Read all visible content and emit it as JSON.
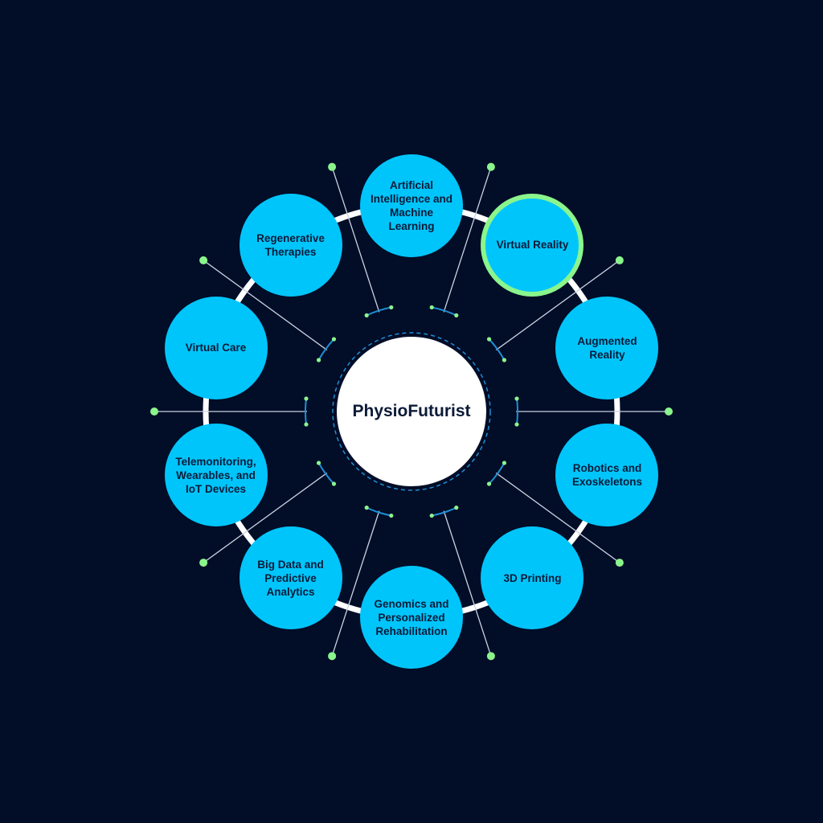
{
  "diagram": {
    "center": "PhysioFuturist",
    "nodes": [
      {
        "label": "Artificial Intelligence and Machine Learning",
        "highlight": false
      },
      {
        "label": "Virtual Reality",
        "highlight": true
      },
      {
        "label": "Augmented Reality",
        "highlight": false
      },
      {
        "label": "Robotics and Exoskeletons",
        "highlight": false
      },
      {
        "label": "3D Printing",
        "highlight": false
      },
      {
        "label": "Genomics and Personalized Rehabilitation",
        "highlight": false
      },
      {
        "label": "Big Data and Predictive Analytics",
        "highlight": false
      },
      {
        "label": "Telemonitoring, Wearables, and IoT Devices",
        "highlight": false
      },
      {
        "label": "Virtual Care",
        "highlight": false
      },
      {
        "label": "Regenerative Therapies",
        "highlight": false
      }
    ]
  },
  "colors": {
    "background": "#020d27",
    "node_fill": "#00c5fb",
    "node_text": "#0b1a37",
    "ring": "#ffffff",
    "highlight_border": "#8af58c",
    "connector_line": "#c9d3e3",
    "connector_dot": "#8af58c",
    "inner_ring": "#1e8fd6",
    "hub_fill": "#ffffff"
  }
}
